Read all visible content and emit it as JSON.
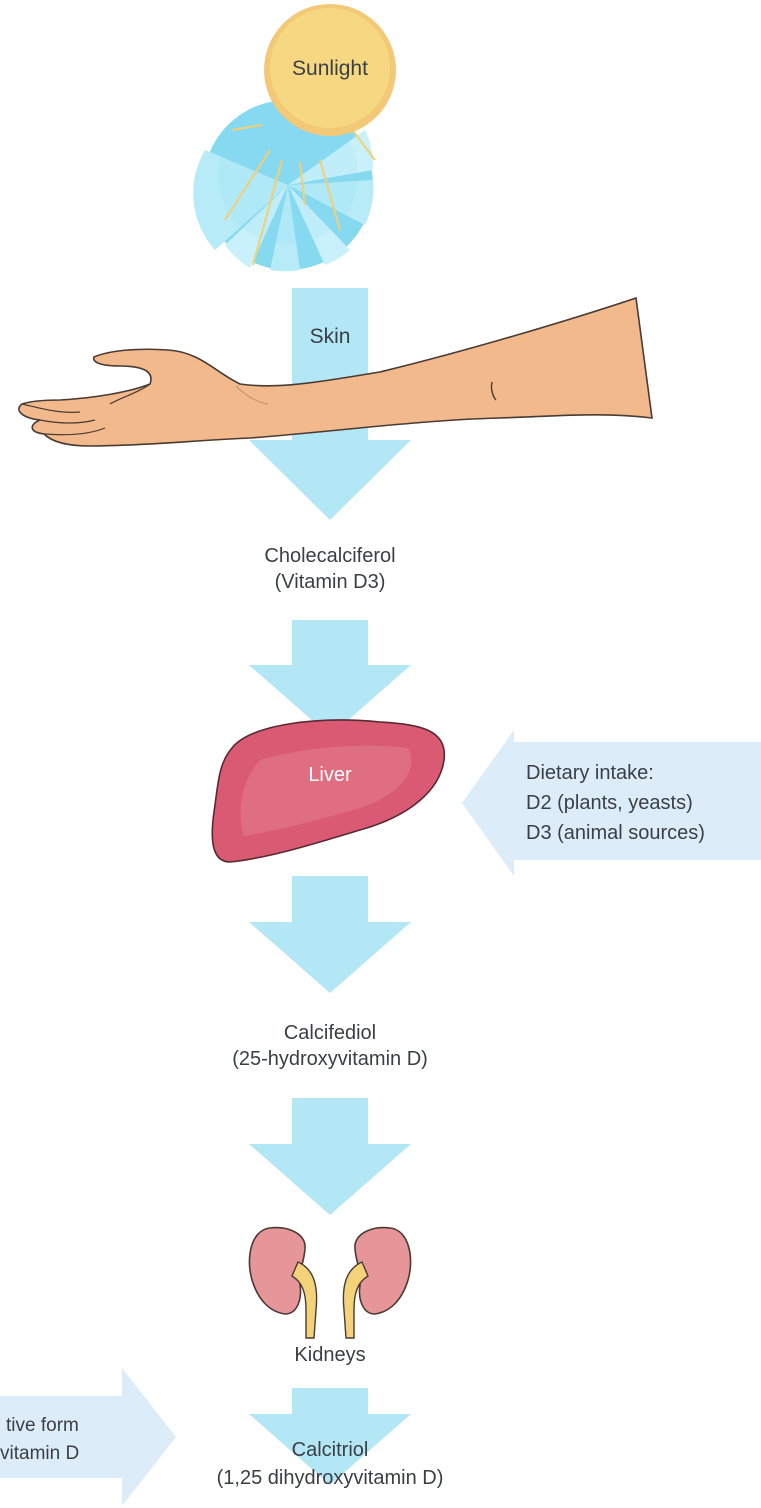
{
  "sun": {
    "label": "Sunlight"
  },
  "skin": {
    "label": "Skin"
  },
  "steps": {
    "cholecalciferol": {
      "line1": "Cholecalciferol",
      "line2": "(Vitamin D3)"
    },
    "liver": {
      "label": "Liver"
    },
    "calcifediol": {
      "line1": "Calcifediol",
      "line2": "(25-hydroxyvitamin D)"
    },
    "kidneys": {
      "label": "Kidneys"
    },
    "calcitriol": {
      "line1": "Calcitriol",
      "line2": "(1,25 dihydroxyvitamin D)"
    }
  },
  "dietary": {
    "line1": "Dietary intake:",
    "line2": "D2 (plants, yeasts)",
    "line3": "D3 (animal sources)"
  },
  "active_note": {
    "line1": "tive form",
    "line2": "vitamin D"
  },
  "colors": {
    "arrow": "#b3e7f6",
    "side_arrow": "#dcedf9",
    "sun_sky": "#86daf0",
    "sun_core": "#f6d57a",
    "skin": "#f2b98c",
    "liver": "#d95a72",
    "kidney": "#e69599",
    "ureter": "#f3d27a",
    "text": "#3a3f45"
  }
}
